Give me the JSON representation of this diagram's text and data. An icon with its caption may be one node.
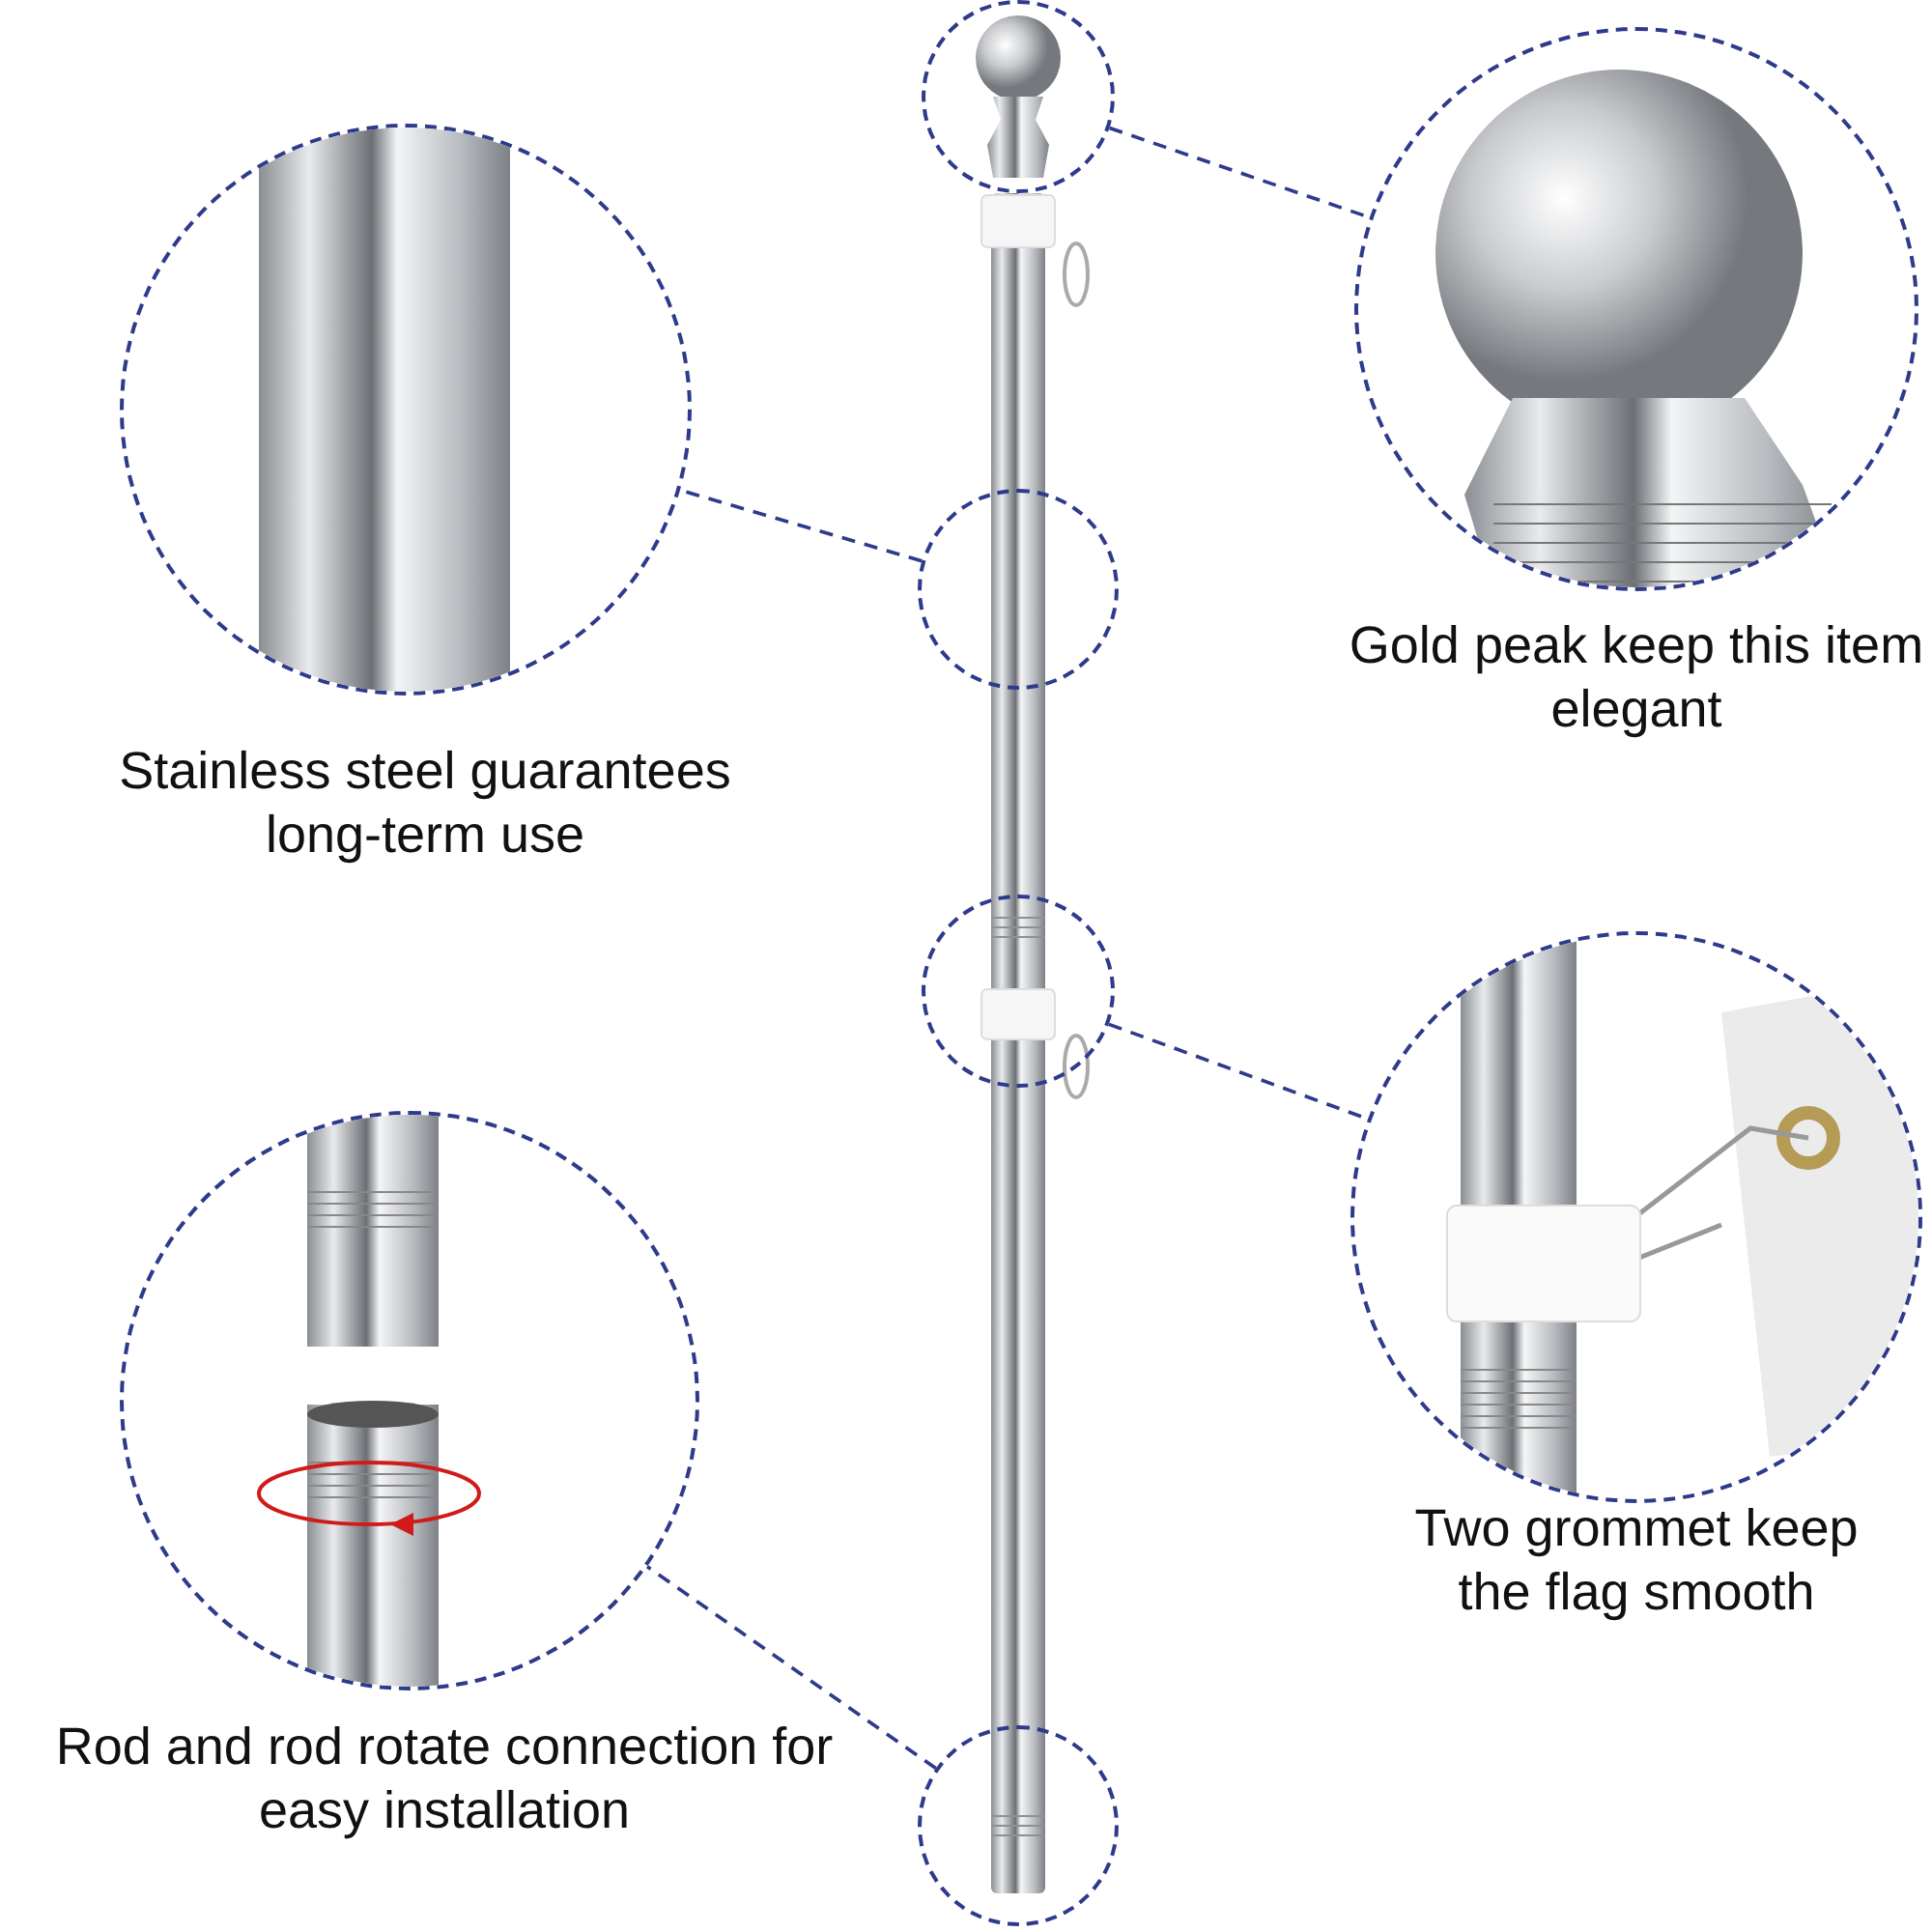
{
  "diagram": {
    "nodes": [
      {
        "text": [],
        "shape": "circle"
      },
      {
        "text": [],
        "shape": "circle",
        "beside": [
          "Gold peak keep this item elegant"
        ]
      },
      {
        "text": [],
        "shape": "circle",
        "beside": [
          "Stainless steel guarantees long-term use"
        ]
      },
      {
        "text": [],
        "shape": "circle"
      },
      {
        "text": [],
        "shape": "circle"
      },
      {
        "text": [],
        "shape": "circle",
        "beside": [
          "Two grommet keep the flag smooth"
        ]
      },
      {
        "text": [],
        "shape": "circle",
        "beside": [
          "Rod and rod rotate connection for easy installation"
        ]
      },
      {
        "text": [],
        "shape": "circle"
      }
    ],
    "edges": [
      {
        "from": 0,
        "to": 1,
        "arrow": "none",
        "style": "dashed"
      },
      {
        "from": 3,
        "to": 2,
        "arrow": "none",
        "style": "dashed"
      },
      {
        "from": 4,
        "to": 5,
        "arrow": "none",
        "style": "dashed"
      },
      {
        "from": 7,
        "to": 6,
        "arrow": "none",
        "style": "dashed"
      }
    ]
  }
}
